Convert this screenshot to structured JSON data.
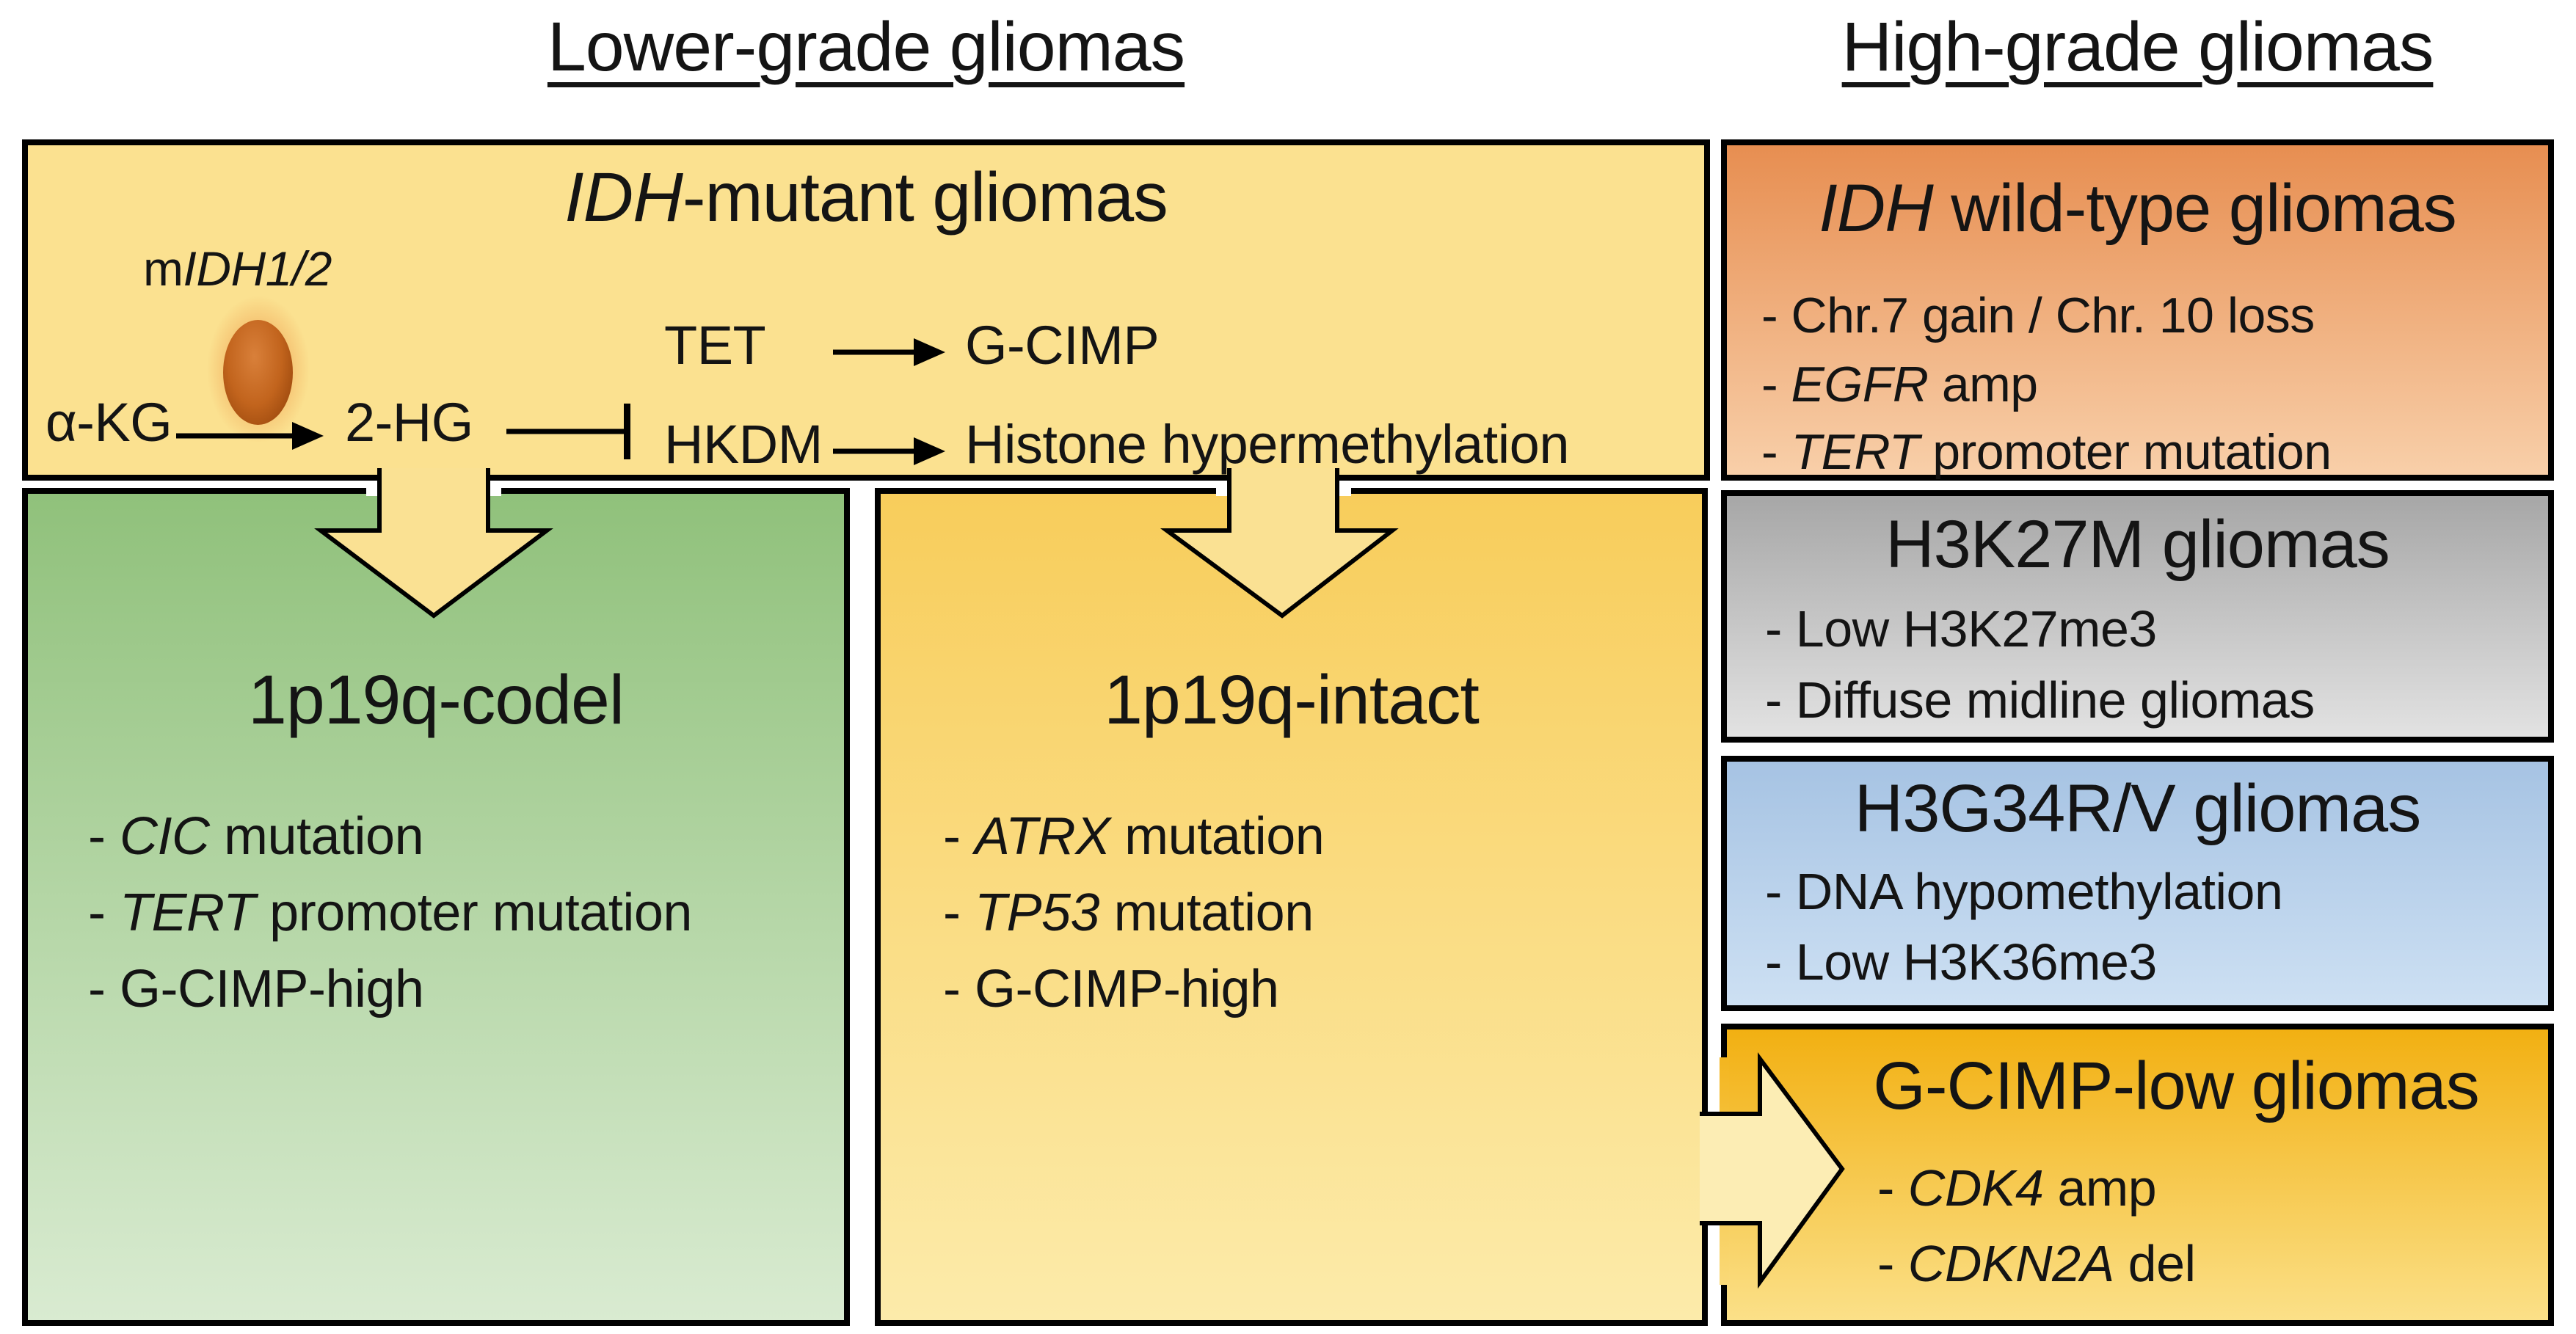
{
  "section_titles": {
    "left": "Lower-grade gliomas",
    "right": "High-grade gliomas"
  },
  "idh_mutant_box": {
    "title": [
      {
        "t": "IDH",
        "i": true
      },
      {
        "t": "-mutant gliomas"
      }
    ],
    "pathway": {
      "enzyme_label": [
        {
          "t": "m"
        },
        {
          "t": "IDH1/2",
          "i": true
        }
      ],
      "substrate": "α-KG",
      "product": "2-HG",
      "target1": "TET",
      "target2": "HKDM",
      "outcome1": "G-CIMP",
      "outcome2": "Histone hypermethylation"
    }
  },
  "codel_box": {
    "title": [
      {
        "t": "1p19q-codel"
      }
    ],
    "items": [
      [
        {
          "t": "- "
        },
        {
          "t": "CIC",
          "i": true
        },
        {
          "t": " mutation"
        }
      ],
      [
        {
          "t": "- "
        },
        {
          "t": "TERT",
          "i": true
        },
        {
          "t": " promoter mutation"
        }
      ],
      [
        {
          "t": "- G-CIMP-high"
        }
      ]
    ]
  },
  "intact_box": {
    "title": [
      {
        "t": "1p19q-intact"
      }
    ],
    "items": [
      [
        {
          "t": "- "
        },
        {
          "t": "ATRX",
          "i": true
        },
        {
          "t": " mutation"
        }
      ],
      [
        {
          "t": "- "
        },
        {
          "t": "TP53",
          "i": true
        },
        {
          "t": " mutation"
        }
      ],
      [
        {
          "t": "- G-CIMP-high"
        }
      ]
    ]
  },
  "wildtype_box": {
    "title": [
      {
        "t": "IDH",
        "i": true
      },
      {
        "t": " wild-type gliomas"
      }
    ],
    "items": [
      [
        {
          "t": "- Chr.7 gain / Chr. 10 loss"
        }
      ],
      [
        {
          "t": "- "
        },
        {
          "t": "EGFR",
          "i": true
        },
        {
          "t": " amp"
        }
      ],
      [
        {
          "t": "- "
        },
        {
          "t": "TERT",
          "i": true
        },
        {
          "t": " promoter mutation"
        }
      ]
    ]
  },
  "h3k27m_box": {
    "title": [
      {
        "t": "H3K27M gliomas"
      }
    ],
    "items": [
      [
        {
          "t": "- Low H3K27me3"
        }
      ],
      [
        {
          "t": "- Diffuse midline gliomas"
        }
      ]
    ]
  },
  "h3g34_box": {
    "title": [
      {
        "t": "H3G34R/V gliomas"
      }
    ],
    "items": [
      [
        {
          "t": "- DNA hypomethylation"
        }
      ],
      [
        {
          "t": "- Low H3K36me3"
        }
      ]
    ]
  },
  "gcimp_low_box": {
    "title": [
      {
        "t": "G-CIMP-low gliomas"
      }
    ],
    "items": [
      [
        {
          "t": "- "
        },
        {
          "t": "CDK4",
          "i": true
        },
        {
          "t": " amp"
        }
      ],
      [
        {
          "t": "- "
        },
        {
          "t": "CDKN2A",
          "i": true
        },
        {
          "t": " del"
        }
      ]
    ]
  },
  "colors": {
    "border": "#000000",
    "text": "#141414",
    "idh_fill": "#fbe190",
    "green_top": "#90c17b",
    "green_bottom": "#d9ebd1",
    "yellow_top": "#f8cd5b",
    "yellow_bottom": "#fcebaa",
    "orange_top": "#e78e51",
    "orange_bottom": "#f8cfa9",
    "gray_top": "#a7a7a7",
    "gray_bottom": "#e2e2e2",
    "blue_top": "#a6c3e3",
    "blue_bottom": "#cde0f3",
    "gold_top": "#f2b012",
    "gold_bottom": "#fbe088",
    "arrow_fill": "#fae193",
    "arrow_fill_light": "#fcedb4",
    "glow_core": "rgba(232,125,40,0.95)",
    "glow_mid": "rgba(238,160,80,0.45)",
    "enzyme_light": "#d9803a",
    "enzyme_mid": "#c2641d",
    "enzyme_dark": "#8a3c06"
  }
}
